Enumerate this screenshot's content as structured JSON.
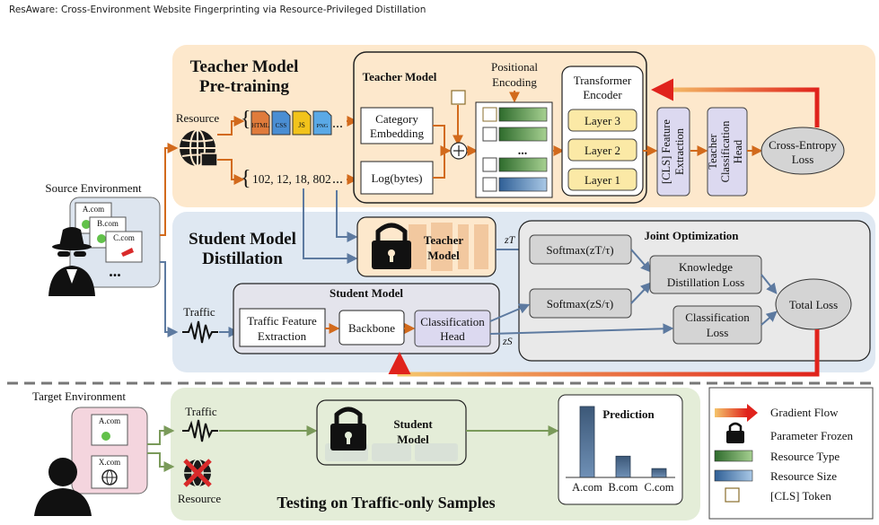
{
  "header": {
    "title": "ResAware: Cross-Environment Website Fingerprinting via Resource-Privileged Distillation"
  },
  "teacher_pretrain": {
    "title_line1": "Teacher Model",
    "title_line2": "Pre-training",
    "resource_label": "Resource",
    "file_types": [
      "HTML",
      "CSS",
      "JS",
      "PNG"
    ],
    "sizes": "102, 12, 18, 802",
    "category_embedding_line1": "Category",
    "category_embedding_line2": "Embedding",
    "log_bytes": "Log(bytes)",
    "teacher_model_label": "Teacher Model",
    "positional_line1": "Positional",
    "positional_line2": "Encoding",
    "ellipsis": "...",
    "transformer_line1": "Transformer",
    "transformer_line2": "Encoder",
    "layers": [
      "Layer 3",
      "Layer 2",
      "Layer 1"
    ],
    "cls_line1": "[CLS] Feature",
    "cls_line2": "Extraction",
    "head_line1": "Teacher",
    "head_line2": "Classification",
    "head_line3": "Head",
    "loss_line1": "Cross-Entropy",
    "loss_line2": "Loss"
  },
  "source_env": {
    "label": "Source Environment",
    "sites": [
      "A.com",
      "B.com",
      "C.com"
    ],
    "more": "..."
  },
  "distillation": {
    "title_line1": "Student Model",
    "title_line2": "Distillation",
    "teacher_frozen_line1": "Teacher",
    "teacher_frozen_line2": "Model",
    "z_t": "zT",
    "z_s": "zS",
    "softmax_t": "Softmax(zT/τ)",
    "softmax_s": "Softmax(zS/τ)",
    "traffic_label": "Traffic",
    "student_model_label": "Student Model",
    "traffic_feat_line1": "Traffic Feature",
    "traffic_feat_line2": "Extraction",
    "backbone": "Backbone",
    "class_head_line1": "Classification",
    "class_head_line2": "Head",
    "joint_opt": "Joint Optimization",
    "kd_line1": "Knowledge",
    "kd_line2": "Distillation Loss",
    "class_loss_line1": "Classification",
    "class_loss_line2": "Loss",
    "total_loss": "Total Loss"
  },
  "testing": {
    "target_env": "Target Environment",
    "sites": [
      "A.com",
      "X.com"
    ],
    "traffic_label": "Traffic",
    "resource_label": "Resource",
    "student_line1": "Student",
    "student_line2": "Model",
    "title": "Testing on Traffic-only Samples",
    "prediction_label": "Prediction"
  },
  "chart_data": {
    "type": "bar",
    "title": "Prediction",
    "categories": [
      "A.com",
      "B.com",
      "C.com"
    ],
    "values": [
      0.8,
      0.24,
      0.1
    ],
    "ylim": [
      0,
      0.85
    ],
    "xlabel": "",
    "ylabel": ""
  },
  "legend": {
    "items": [
      {
        "key": "gradient",
        "label": "Gradient Flow"
      },
      {
        "key": "lock",
        "label": "Parameter Frozen"
      },
      {
        "key": "type",
        "label": "Resource Type"
      },
      {
        "key": "size",
        "label": "Resource Size"
      },
      {
        "key": "cls",
        "label": "[CLS] Token"
      }
    ]
  },
  "colors": {
    "orange_bg": "#fde8cc",
    "blue_bg": "#dfe8f2",
    "green_bg": "#e4edd8",
    "arrow_orange": "#d26a1c",
    "arrow_blue": "#5d7aa0",
    "arrow_green": "#7a9a5a",
    "layer_yellow": "#fbe9a6",
    "purple_box": "#dcd9f0",
    "gradient_red": "#e0231c"
  }
}
